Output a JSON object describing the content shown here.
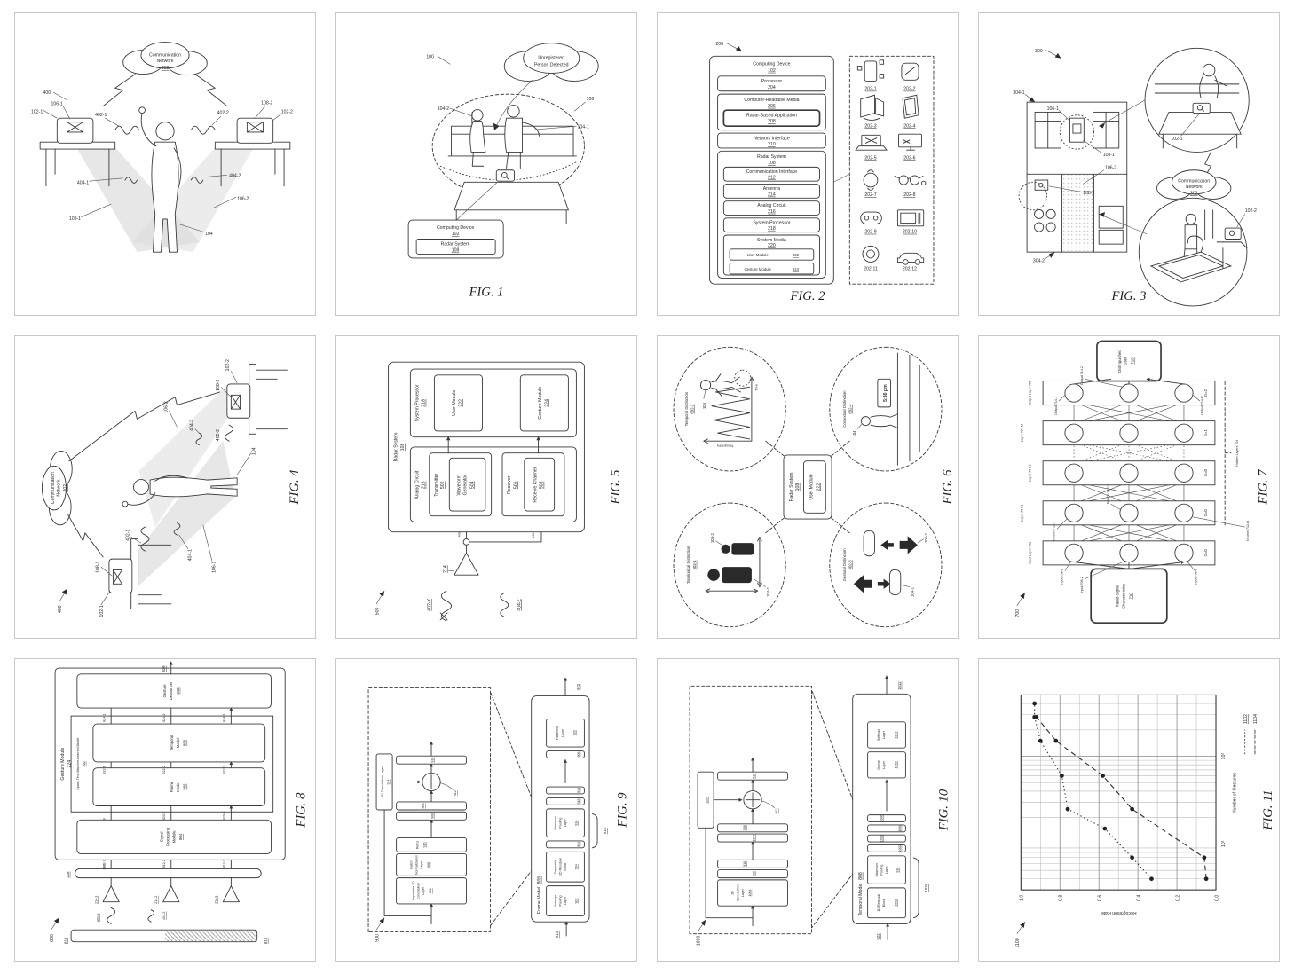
{
  "page": {
    "background": "#ffffff",
    "card_border": "#c9c9c9",
    "line_color": "#3a3a3a"
  },
  "figures": [
    {
      "id": "page-1",
      "caption": "",
      "cloud": [
        "Communication",
        "Network",
        "302"
      ],
      "refs": {
        "ov": "400",
        "d1": "102-1",
        "c1": "106-1",
        "w1": "402-1",
        "r1": "404-1",
        "f1": "108-1",
        "u": "104",
        "w2": "402-2",
        "r2": "404-2",
        "f2": "106-2",
        "c2": "108-2",
        "d2": "102-2"
      }
    },
    {
      "id": "fig-1",
      "caption": "FIG. 1",
      "cloud": [
        "Unregistered",
        "Person Detected"
      ],
      "refs": {
        "ov": "100",
        "dome": "106",
        "p1": "104-1",
        "p2": "104-2"
      },
      "box": {
        "t": "Computing Device",
        "tn": "102",
        "s": "Radar System",
        "sn": "108"
      }
    },
    {
      "id": "fig-2",
      "caption": "FIG. 2",
      "refs": {
        "ov": "200"
      },
      "title": {
        "t": "Computing Device",
        "n": "102"
      },
      "blocks": [
        {
          "t": "Processor",
          "n": "204"
        },
        {
          "t": "Computer-Readable Media",
          "n": "206"
        },
        {
          "t": "Radar-Based Application",
          "n": "208"
        },
        {
          "t": "Network Interface",
          "n": "210"
        },
        {
          "t": "Radar System",
          "n": "108"
        },
        {
          "t": "Communication Interface",
          "n": "212"
        },
        {
          "t": "Antenna",
          "n": "214"
        },
        {
          "t": "Analog Circuit",
          "n": "216"
        },
        {
          "t": "System Processor",
          "n": "218"
        },
        {
          "t": "System Media",
          "n": "220"
        },
        {
          "t": "User Module",
          "n": "222"
        },
        {
          "t": "Gesture Module",
          "n": "224"
        }
      ],
      "devices": [
        "202-1",
        "202-2",
        "202-3",
        "202-4",
        "202-5",
        "202-6",
        "202-7",
        "202-8",
        "202-9",
        "202-10",
        "202-11",
        "202-12"
      ]
    },
    {
      "id": "fig-3",
      "caption": "FIG. 3",
      "cloud": [
        "Communication",
        "Network",
        "302"
      ],
      "refs": {
        "ov": "300",
        "fp1": "304-1",
        "fp2": "304-2",
        "f1": "106-1",
        "r1": "108-1",
        "f2": "106-2",
        "r2": "108-2",
        "d1": "102-1",
        "d2": "102-2"
      }
    },
    {
      "id": "fig-4",
      "caption": "FIG. 4",
      "cloud": [
        "Communication",
        "Network",
        "302"
      ],
      "refs": {
        "ov": "400",
        "d1": "102-1",
        "c1": "108-1",
        "w1": "402-1",
        "r1": "404-1",
        "f1": "106-1",
        "u": "104",
        "w2": "402-2",
        "r2": "404-2",
        "f2": "106-2",
        "c2": "108-2",
        "d2": "102-2"
      }
    },
    {
      "id": "fig-5",
      "caption": "FIG. 5",
      "refs": {
        "ov": "500",
        "ant": "214",
        "wy": "402-Y",
        "wz": "404-Z"
      },
      "sys": {
        "t": "Radar System",
        "n": "108"
      },
      "an": {
        "t": "Analog Circuit",
        "n": "216"
      },
      "tx": {
        "t": "Transmitter",
        "n": "502"
      },
      "wg": {
        "t1": "Waveform",
        "t2": "Generator",
        "n": "504"
      },
      "rx": {
        "t": "Receiver",
        "n": "506"
      },
      "rc": {
        "t": "Receive Channel",
        "n": "508"
      },
      "sp": {
        "t": "System Processor",
        "n": "218"
      },
      "um": {
        "t": "User Module",
        "n": "222"
      },
      "gm": {
        "t": "Gesture Module",
        "n": "224"
      }
    },
    {
      "id": "fig-6",
      "caption": "FIG. 6",
      "hub": {
        "t": "Radar System",
        "n": "108",
        "m": "User Module",
        "mn": "222"
      },
      "ell": [
        {
          "t": "Topological Distinction",
          "n": "602-1",
          "a": "104-1",
          "b": "104-2"
        },
        {
          "t": "Temporal Distinction",
          "n": "602-2",
          "a": "104",
          "ax": "Time",
          "ay": "Topography"
        },
        {
          "t": "Gestural Distinction",
          "n": "602-3",
          "a": "104-1",
          "b": "104-2"
        },
        {
          "t": "Contextual Distinction",
          "n": "602-4",
          "a": "104",
          "sign": "5:30 pm"
        }
      ]
    },
    {
      "id": "fig-7",
      "caption": "FIG. 7",
      "refs": {
        "ov": "700",
        "hl": "Hidden Layers 704",
        "n1": "Neuron 712-1",
        "n2": "Neuron 712-2",
        "nq": "Neuron 712-Q",
        "i1": "Input 708-1",
        "i2": "Input 708-2",
        "in": "Input 708-N",
        "o1": "Output 714-1",
        "o2": "Output 714-2",
        "on": "Output 714-N"
      },
      "layers": [
        {
          "l": "Input Layer 702",
          "g": "G=0"
        },
        {
          "l": "Layer 704-1",
          "g": "G=0"
        },
        {
          "l": "Layer 704-2",
          "g": "G=0"
        },
        {
          "l": "Layer 704-M",
          "g": "G=1"
        },
        {
          "l": "Output Layer 706",
          "g": "G=2"
        }
      ],
      "inbox": {
        "t1": "Radar-Signal",
        "t2": "Characteristics",
        "n": "710"
      },
      "outbox": {
        "t1": "Distinguished",
        "t2": "User",
        "n": "716"
      }
    },
    {
      "id": "fig-8",
      "caption": "FIG. 8",
      "refs": {
        "ov": "800",
        "a1": "214-1",
        "a2": "214-2",
        "a3": "214-3",
        "s1": "812-1 or 818-1",
        "s2": "812-2 or 818-2",
        "s3": "812-3 or 818-3",
        "bus": "216",
        "bar1": "814",
        "bar2": "816",
        "wy": "402-Y",
        "wz": "404-Z",
        "g1": "820-1",
        "g2": "820-2",
        "g3": "820-3",
        "h1": "822-1",
        "h2": "822-2",
        "h3": "822-3",
        "k1": "824-1",
        "k2": "824-2",
        "k3": "824-3",
        "out": "826"
      },
      "gm": {
        "t": "Gesture Module",
        "n": "224"
      },
      "spm": {
        "t1": "Signal",
        "t2": "Processing",
        "t3": "Module",
        "n": "804"
      },
      "stm": {
        "t": "Space-Time Machine-Learned Model",
        "n": "802"
      },
      "fm": {
        "t1": "Frame",
        "t2": "Model",
        "n": "806"
      },
      "tm": {
        "t1": "Temporal",
        "t2": "Model",
        "n": "808"
      },
      "gd": {
        "t1": "Gesture",
        "t2": "Debouncer",
        "n": "810"
      }
    },
    {
      "id": "fig-9",
      "caption": "FIG. 9",
      "refs": {
        "ov": "900",
        "in": "914",
        "out": "922",
        "brace": "918"
      },
      "fm": {
        "t": "Frame Model",
        "n": "806"
      },
      "chain": [
        {
          "t1": "Average",
          "t2": "Pooling",
          "t3": "Layer",
          "n": "902"
        },
        {
          "t1": "Separable",
          "t2": "2D Residual",
          "t3": "Block",
          "n": "904"
        },
        {
          "n": "904"
        },
        {
          "t1": "Maximum",
          "t2": "Pooling",
          "t3": "Layer",
          "n": "916"
        },
        {
          "n": "918"
        },
        {
          "n": "918"
        },
        {
          "n": "906"
        },
        {
          "t1": "Flattening",
          "t2": "Layer",
          "n": "920"
        }
      ],
      "inset": {
        "c1a": "Separable 2D",
        "c1b": "Convolution",
        "c1c": "Layer",
        "c1n": "906",
        "bna": "Batch",
        "bnb": "Normalization",
        "bnc": "Layer",
        "bnn": "908",
        "ra": "ReLU",
        "rn": "910",
        "t1": "906",
        "t2": "908",
        "add": "912",
        "t3": "910",
        "ska": "2D Convolution Layer",
        "skn": "914"
      }
    },
    {
      "id": "fig-10",
      "caption": "FIG. 10",
      "refs": {
        "ov": "1000",
        "in": "922",
        "out": "1012",
        "brace": "1026"
      },
      "tm": {
        "t": "Temporal Model",
        "n": "808"
      },
      "chain": [
        {
          "t1": "1D Residual",
          "t2": "Block",
          "n": "1002"
        },
        {
          "t1": "Maximum",
          "t2": "Pooling",
          "t3": "Layer",
          "n": "916"
        },
        {
          "n": "1002"
        },
        {
          "n": "1002"
        },
        {
          "n": "1006"
        },
        {
          "n": "1006"
        },
        {
          "t1": "Dense",
          "t2": "Layer",
          "n": "1008"
        },
        {
          "t1": "Softmax",
          "t2": "Layer",
          "n": "1010"
        }
      ],
      "inset": {
        "c1a": "1D",
        "c1b": "Convolution",
        "c1c": "Layer",
        "c1n": "1004",
        "t1": "908",
        "t2": "910",
        "t3": "1004",
        "t4": "908",
        "add": "912",
        "t5": "910",
        "sk": "1004"
      }
    },
    {
      "id": "fig-11",
      "caption": "FIG. 11",
      "refs": {
        "ov": "1100"
      },
      "legend": [
        "1102",
        "1104"
      ],
      "ylabel": "Recognition Rate",
      "xlabel": "Number of Gestures",
      "yticks": [
        "1.0",
        "0.8",
        "0.6",
        "0.4",
        "0.2",
        "0.0"
      ],
      "xticks": [
        "10¹",
        "10²"
      ]
    }
  ],
  "chart_data": {
    "type": "line",
    "title": "FIG. 11",
    "xlabel": "Number of Gestures",
    "ylabel": "Recognition Rate",
    "x_scale": "log",
    "xlim": [
      3,
      500
    ],
    "ylim": [
      0,
      1
    ],
    "grid": true,
    "legend_position": "top-right",
    "series": [
      {
        "name": "1102",
        "style": "dotted",
        "points": [
          [
            4,
            0.33
          ],
          [
            7,
            0.43
          ],
          [
            15,
            0.57
          ],
          [
            25,
            0.76
          ],
          [
            60,
            0.79
          ],
          [
            150,
            0.9
          ],
          [
            280,
            0.93
          ],
          [
            400,
            0.93
          ]
        ]
      },
      {
        "name": "1104",
        "style": "dashed",
        "points": [
          [
            4,
            0.05
          ],
          [
            7,
            0.06
          ],
          [
            25,
            0.43
          ],
          [
            60,
            0.58
          ],
          [
            150,
            0.82
          ],
          [
            280,
            0.92
          ]
        ]
      }
    ]
  }
}
